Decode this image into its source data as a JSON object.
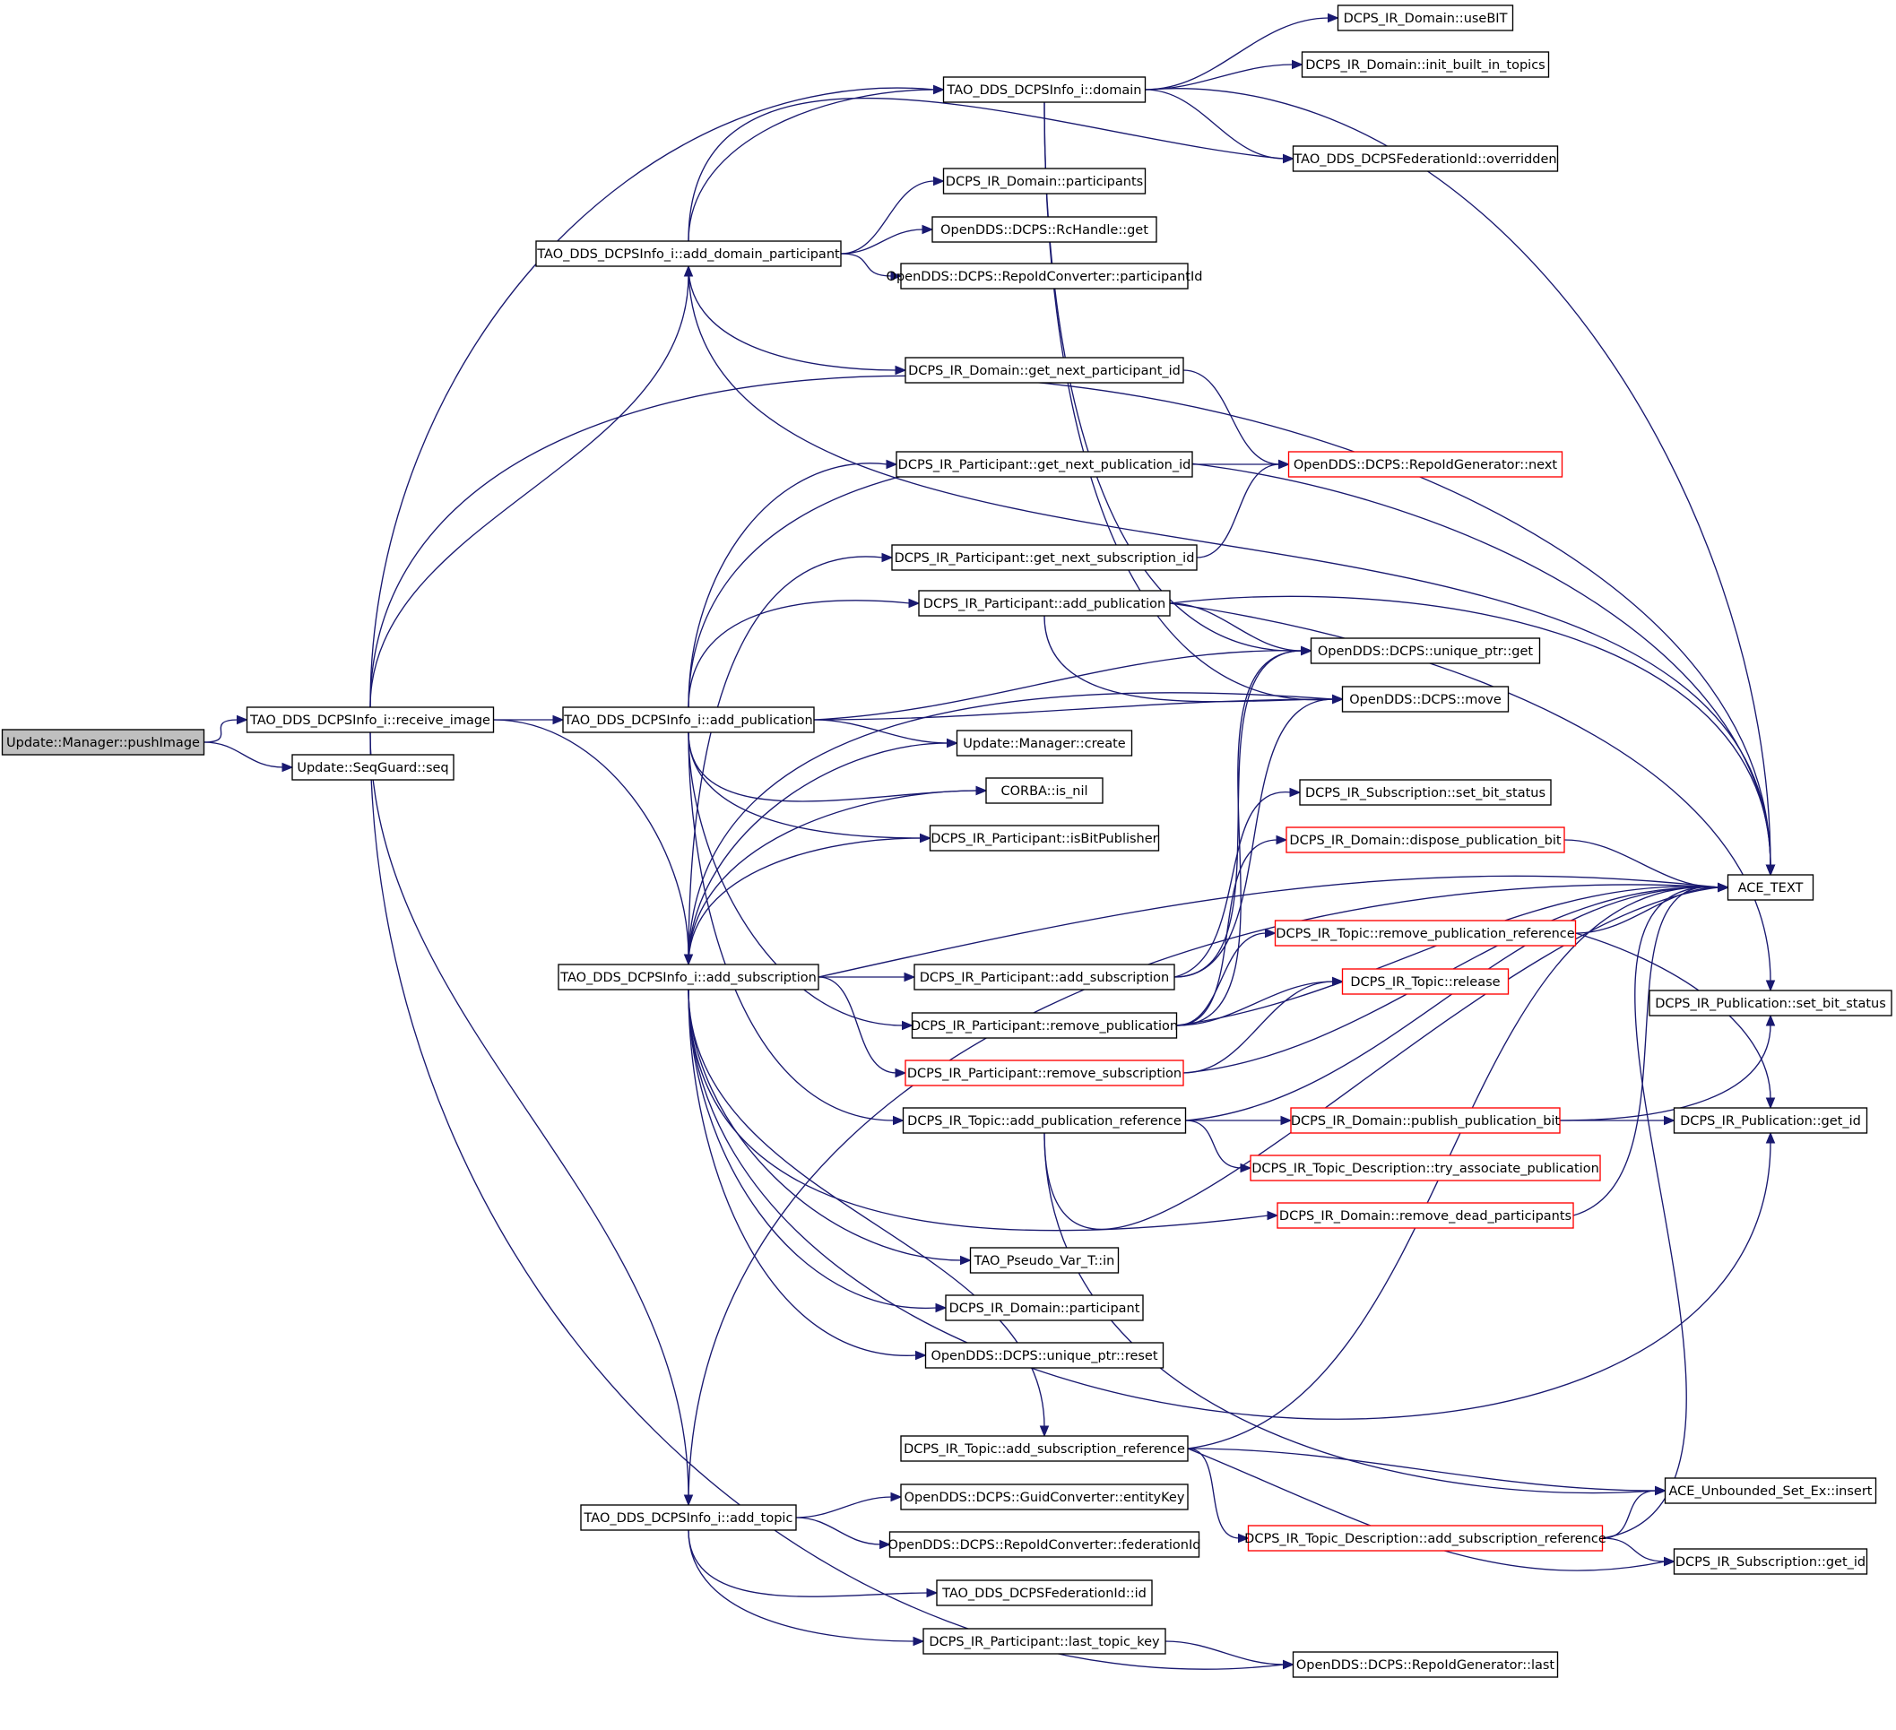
{
  "nodes": {
    "pushImage": "Update::Manager::pushImage",
    "receive_image": "TAO_DDS_DCPSInfo_i::receive_image",
    "seq": "Update::SeqGuard::seq",
    "domain": "TAO_DDS_DCPSInfo_i::domain",
    "add_domain_participant": "TAO_DDS_DCPSInfo_i::add_domain_participant",
    "add_publication": "TAO_DDS_DCPSInfo_i::add_publication",
    "add_subscription": "TAO_DDS_DCPSInfo_i::add_subscription",
    "add_topic": "TAO_DDS_DCPSInfo_i::add_topic",
    "useBIT": "DCPS_IR_Domain::useBIT",
    "init_built_in_topics": "DCPS_IR_Domain::init_built_in_topics",
    "overridden": "TAO_DDS_DCPSFederationId::overridden",
    "participants": "DCPS_IR_Domain::participants",
    "rchandle_get": "OpenDDS::DCPS::RcHandle::get",
    "participantId": "OpenDDS::DCPS::RepoIdConverter::participantId",
    "get_next_participant_id": "DCPS_IR_Domain::get_next_participant_id",
    "get_next_publication_id": "DCPS_IR_Participant::get_next_publication_id",
    "repo_next": "OpenDDS::DCPS::RepoIdGenerator::next",
    "get_next_subscription_id": "DCPS_IR_Participant::get_next_subscription_id",
    "part_add_publication": "DCPS_IR_Participant::add_publication",
    "unique_ptr_get": "OpenDDS::DCPS::unique_ptr::get",
    "move": "OpenDDS::DCPS::move",
    "manager_create": "Update::Manager::create",
    "is_nil": "CORBA::is_nil",
    "set_bit_status_sub": "DCPS_IR_Subscription::set_bit_status",
    "isBitPublisher": "DCPS_IR_Participant::isBitPublisher",
    "dispose_publication_bit": "DCPS_IR_Domain::dispose_publication_bit",
    "ace_text": "ACE_TEXT",
    "remove_publication_reference": "DCPS_IR_Topic::remove_publication_reference",
    "part_add_subscription": "DCPS_IR_Participant::add_subscription",
    "topic_release": "DCPS_IR_Topic::release",
    "set_bit_status_pub": "DCPS_IR_Publication::set_bit_status",
    "remove_publication": "DCPS_IR_Participant::remove_publication",
    "remove_subscription": "DCPS_IR_Participant::remove_subscription",
    "add_publication_reference": "DCPS_IR_Topic::add_publication_reference",
    "publish_publication_bit": "DCPS_IR_Domain::publish_publication_bit",
    "pub_get_id": "DCPS_IR_Publication::get_id",
    "try_associate_publication": "DCPS_IR_Topic_Description::try_associate_publication",
    "remove_dead_participants": "DCPS_IR_Domain::remove_dead_participants",
    "pseudo_in": "TAO_Pseudo_Var_T::in",
    "domain_participant": "DCPS_IR_Domain::participant",
    "unique_ptr_reset": "OpenDDS::DCPS::unique_ptr::reset",
    "add_subscription_reference": "DCPS_IR_Topic::add_subscription_reference",
    "ace_insert": "ACE_Unbounded_Set_Ex::insert",
    "entityKey": "OpenDDS::DCPS::GuidConverter::entityKey",
    "desc_add_subscription_reference": "DCPS_IR_Topic_Description::add_subscription_reference",
    "federationId": "OpenDDS::DCPS::RepoIdConverter::federationId",
    "sub_get_id": "DCPS_IR_Subscription::get_id",
    "fed_id": "TAO_DDS_DCPSFederationId::id",
    "last_topic_key": "DCPS_IR_Participant::last_topic_key",
    "repo_last": "OpenDDS::DCPS::RepoIdGenerator::last"
  },
  "colors": {
    "edge": "#191970",
    "node_border": "#000000",
    "node_border_incomplete": "#ff0000",
    "root_fill": "#bfbfbf"
  }
}
